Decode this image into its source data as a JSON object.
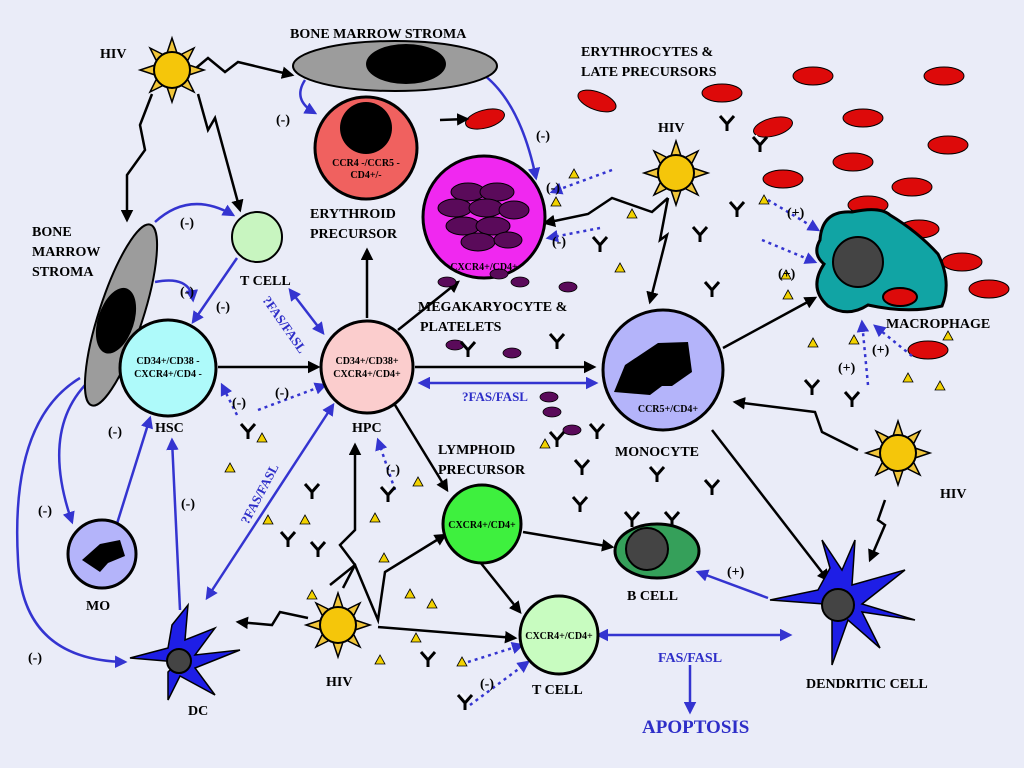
{
  "colors": {
    "background": "#eaecf8",
    "virus": "#f5c60a",
    "virus_spikes": "#f0c53a",
    "blue_arrow": "#3434d0",
    "erythroid_precursor": "#f0615f",
    "megakaryocyte": "#f028f0",
    "platelet": "#5a0a5a",
    "hsc": "#aefafa",
    "hpc": "#fbcdcd",
    "tcell_top": "#c8f5c0",
    "lymphoid_precursor": "#3ef03e",
    "tcell_bottom": "#c8fcc0",
    "monocyte": "#b4b4fa",
    "macrophage": "#11a4a4",
    "bcell": "#35a05a",
    "dendritic_cell": "#1e1ee6",
    "erythrocyte": "#dd0a0a",
    "stroma": "#9c9c9c",
    "mo": "#b4b4fa"
  },
  "labels": {
    "hiv": "HIV",
    "bone_marrow_stroma_top": "BONE MARROW STROMA",
    "bone_marrow_stroma_left": [
      "BONE",
      "MARROW",
      "STROMA"
    ],
    "erythrocytes": [
      "ERYTHROCYTES &",
      "LATE PRECURSORS"
    ],
    "erythroid_precursor_marker": [
      "CCR4 -/CCR5 -",
      "CD4+/-"
    ],
    "erythroid_precursor": [
      "ERYTHROID",
      "PRECURSOR"
    ],
    "megakaryocyte_marker": "CXCR4+/CD4+",
    "megakaryocyte": [
      "MEGAKARYOCYTE &",
      "PLATELETS"
    ],
    "t_cell_top": "T CELL",
    "hsc_marker": [
      "CD34+/CD38 -",
      "CXCR4+/CD4 -"
    ],
    "hsc": "HSC",
    "hpc_marker": [
      "CD34+/CD38+",
      "CXCR4+/CD4+"
    ],
    "hpc": "HPC",
    "monocyte_marker": "CCR5+/CD4+",
    "monocyte": "MONOCYTE",
    "macrophage": "MACROPHAGE",
    "lymphoid_precursor": [
      "LYMPHOID",
      "PRECURSOR"
    ],
    "lymphoid_marker": "CXCR4+/CD4+",
    "b_cell": "B CELL",
    "t_cell_bottom_marker": "CXCR4+/CD4+",
    "t_cell_bottom": "T CELL",
    "mo": "MO",
    "dc": "DC",
    "dendritic_cell": "DENDRITIC CELL",
    "fas_fasl_q": "?FAS/FASL",
    "fas_fasl": "FAS/FASL",
    "apoptosis": "APOPTOSIS",
    "minus": "(-)",
    "plus": "(+)"
  }
}
